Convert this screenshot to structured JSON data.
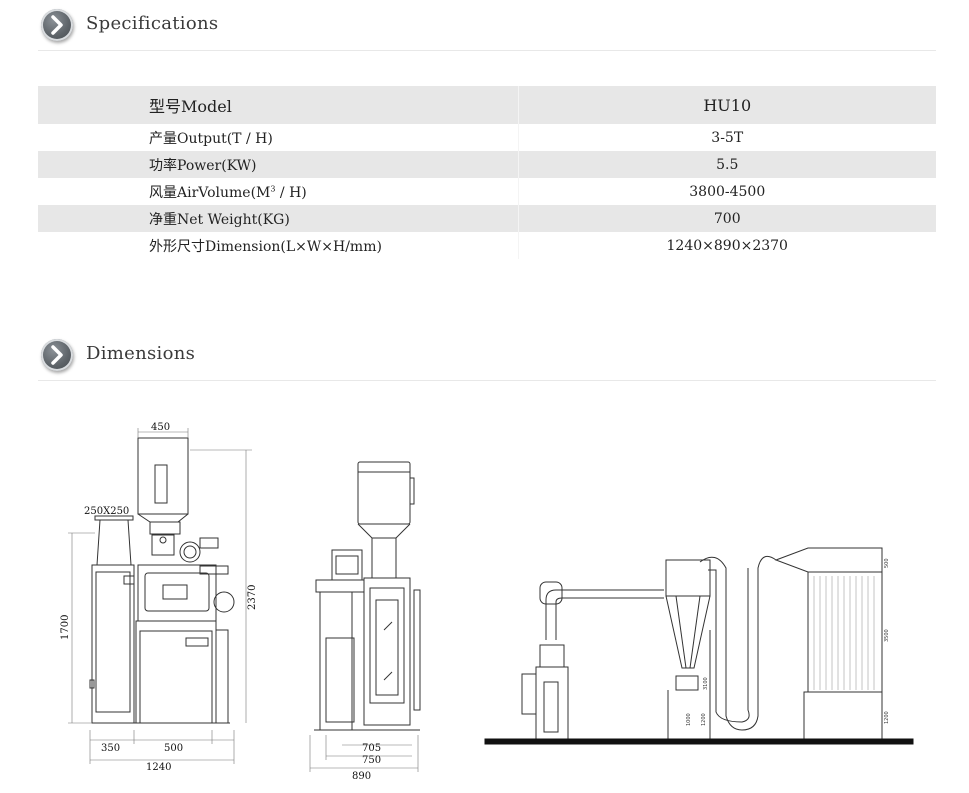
{
  "specifications": {
    "title": "Specifications",
    "header": {
      "label": "型号Model",
      "value": "HU10"
    },
    "rows": [
      {
        "label": "产量Output(T / H)",
        "value": "3-5T"
      },
      {
        "label": "功率Power(KW)",
        "value": "5.5"
      },
      {
        "label_prefix": "风量AirVolume(M",
        "label_sup": "3",
        "label_suffix": " / H)",
        "value": "3800-4500"
      },
      {
        "label": "净重Net Weight(KG)",
        "value": "700"
      },
      {
        "label": "外形尺寸Dimension(L×W×H/mm)",
        "value": "1240×890×2370"
      }
    ]
  },
  "dimensions": {
    "title": "Dimensions",
    "front_view": {
      "hopper_width": "450",
      "inlet_size": "250X250",
      "height_total": "2370",
      "height_side": "1700",
      "width_left": "350",
      "width_mid": "500",
      "width_total": "1240"
    },
    "side_view": {
      "w1": "705",
      "w2": "750",
      "w3": "890"
    },
    "system_view": {
      "d1": "500",
      "d2": "3500",
      "d3": "1200",
      "d4": "3100",
      "d5": "1000",
      "d6": "1200"
    }
  },
  "colors": {
    "row_shade": "#e7e7e7",
    "bullet": "#5d6368",
    "ground": "#111111"
  }
}
